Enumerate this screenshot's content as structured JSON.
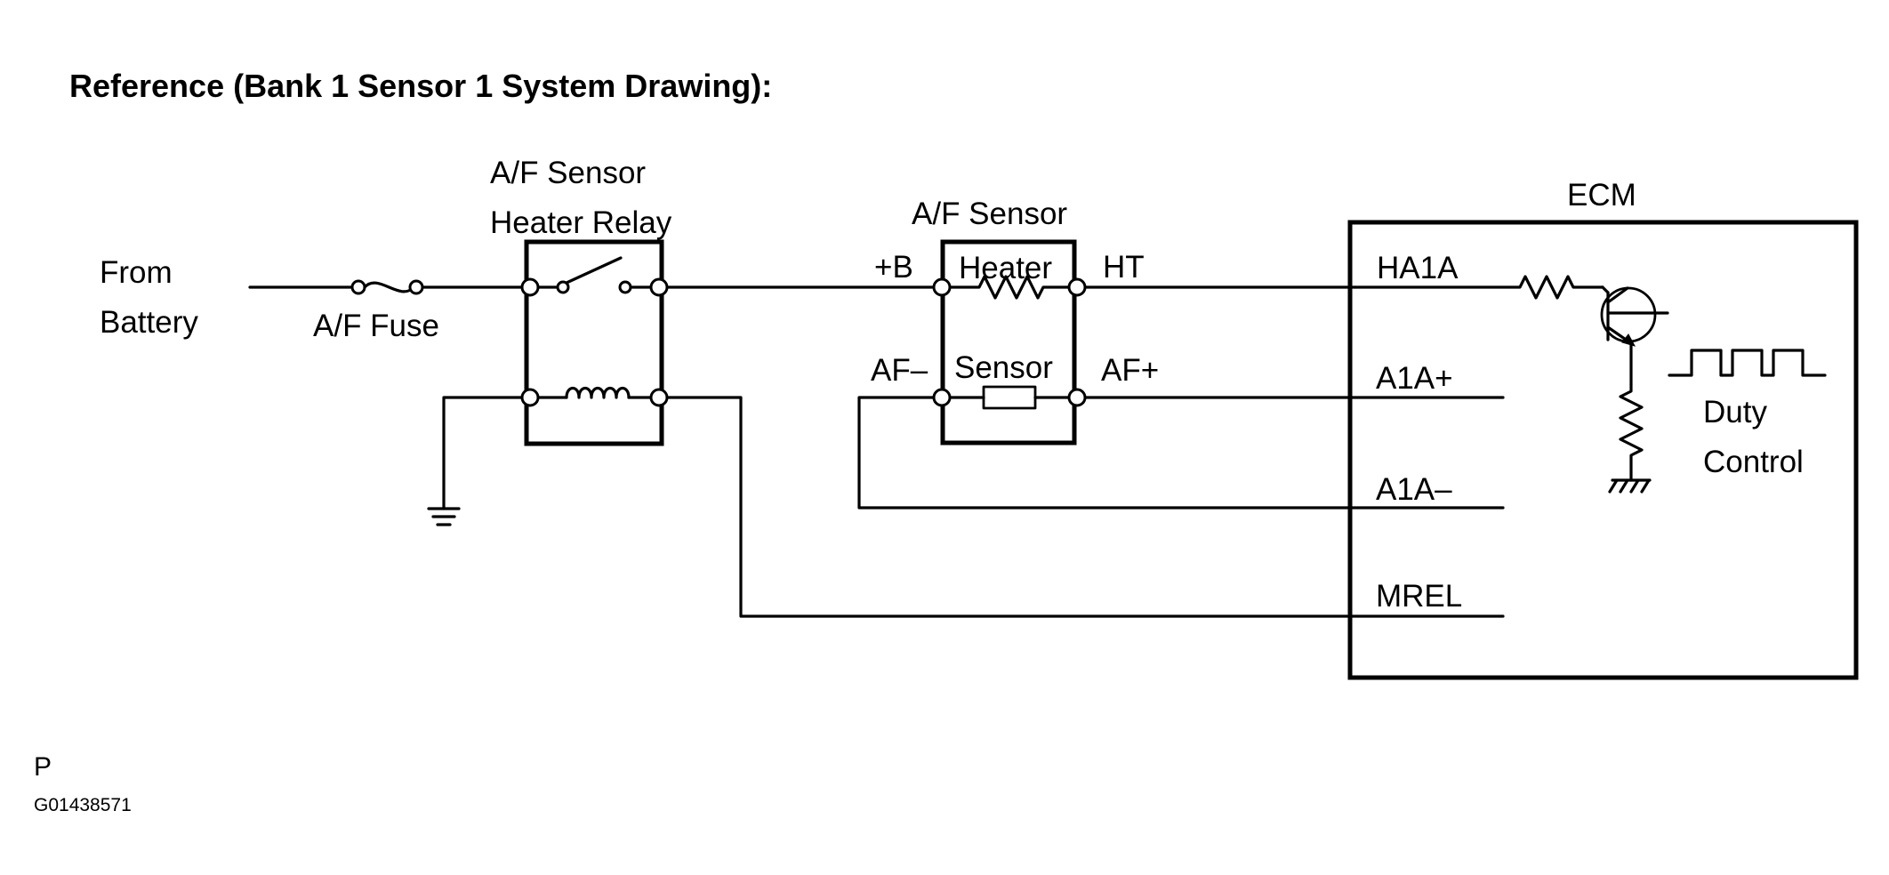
{
  "title": "Reference (Bank 1 Sensor 1 System Drawing):",
  "labels": {
    "from": "From",
    "battery": "Battery",
    "fuse": "A/F Fuse",
    "relay_line1": "A/F Sensor",
    "relay_line2": "Heater Relay",
    "sensor_title": "A/F Sensor",
    "plus_b": "+B",
    "heater": "Heater",
    "ht": "HT",
    "af_minus": "AF–",
    "sensor": "Sensor",
    "af_plus": "AF+",
    "ecm": "ECM",
    "ha1a": "HA1A",
    "a1a_plus": "A1A+",
    "a1a_minus": "A1A–",
    "mrel": "MREL",
    "duty": "Duty",
    "control": "Control"
  },
  "footer": {
    "code_p": "P",
    "code_g": "G01438571"
  }
}
